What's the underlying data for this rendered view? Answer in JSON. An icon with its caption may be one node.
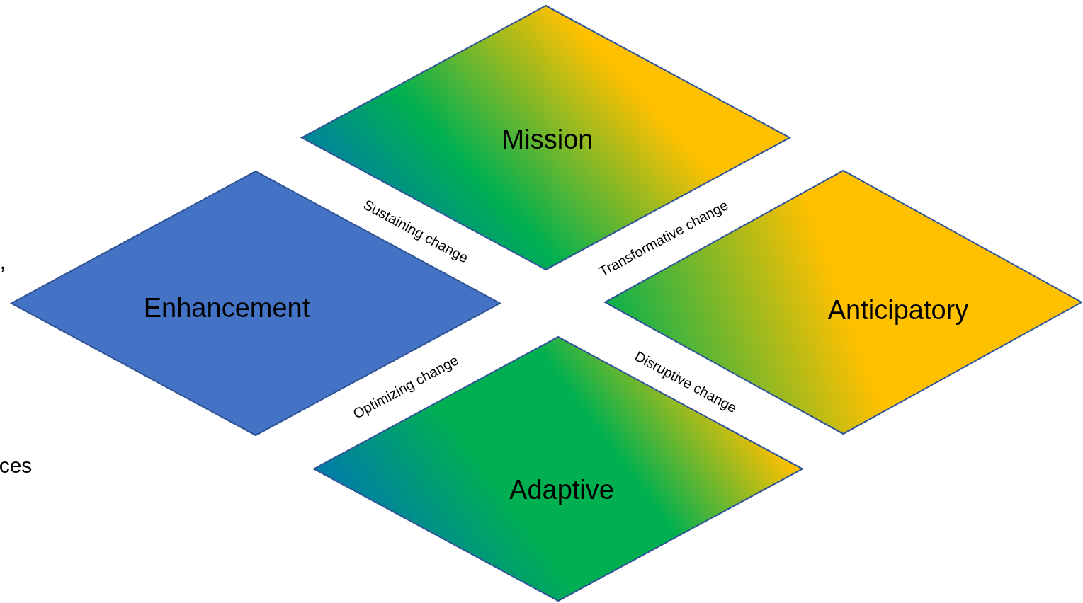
{
  "diagram": {
    "nodes": [
      {
        "text": [
          "Mission"
        ]
      },
      {
        "text": [
          "Enhancement"
        ]
      },
      {
        "text": [
          "Anticipatory"
        ]
      },
      {
        "text": [
          "Adaptive"
        ]
      }
    ],
    "labels": [
      "Sustaining change",
      "Transformative change",
      ",",
      "Optimizing change",
      "Disruptive change",
      "ces"
    ]
  }
}
